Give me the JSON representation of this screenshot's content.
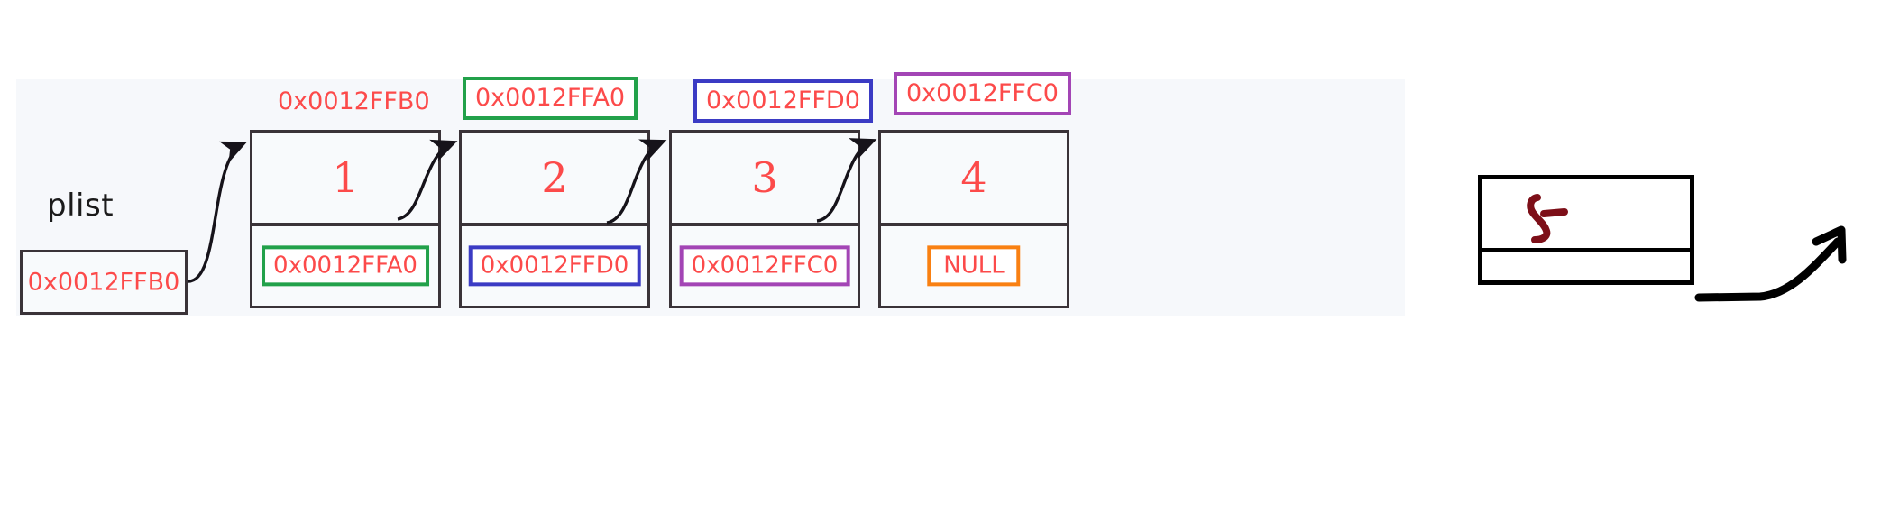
{
  "diagram": {
    "title": "singly-linked-list-memory-diagram",
    "pointer_variable": {
      "name_label": "plist",
      "value": "0x0012FFB0"
    },
    "nodes": [
      {
        "address_label": "0x0012FFB0",
        "address_border_color": "none",
        "data": "1",
        "next": "0x0012FFA0",
        "next_border_color": "#22a14a"
      },
      {
        "address_label": "0x0012FFA0",
        "address_border_color": "#22a14a",
        "data": "2",
        "next": "0x0012FFD0",
        "next_border_color": "#3b3bc4"
      },
      {
        "address_label": "0x0012FFD0",
        "address_border_color": "#3b3bc4",
        "data": "3",
        "next": "0x0012FFC0",
        "next_border_color": "#a345b5"
      },
      {
        "address_label": "0x0012FFC0",
        "address_border_color": "#a345b5",
        "data": "4",
        "next": "NULL",
        "next_border_color": "#f98012"
      }
    ],
    "sketch": {
      "mark": "hand-drawn-scribble",
      "mark_color": "#7d0f18",
      "arrow": "hand-drawn-arrow-up-right"
    },
    "colors": {
      "address_text": "#fc4a4a",
      "box_outline": "#3a3338",
      "panel_background": "#f6f8fb",
      "page_background": "#ffffff",
      "label_text": "#1b1b1b"
    }
  }
}
